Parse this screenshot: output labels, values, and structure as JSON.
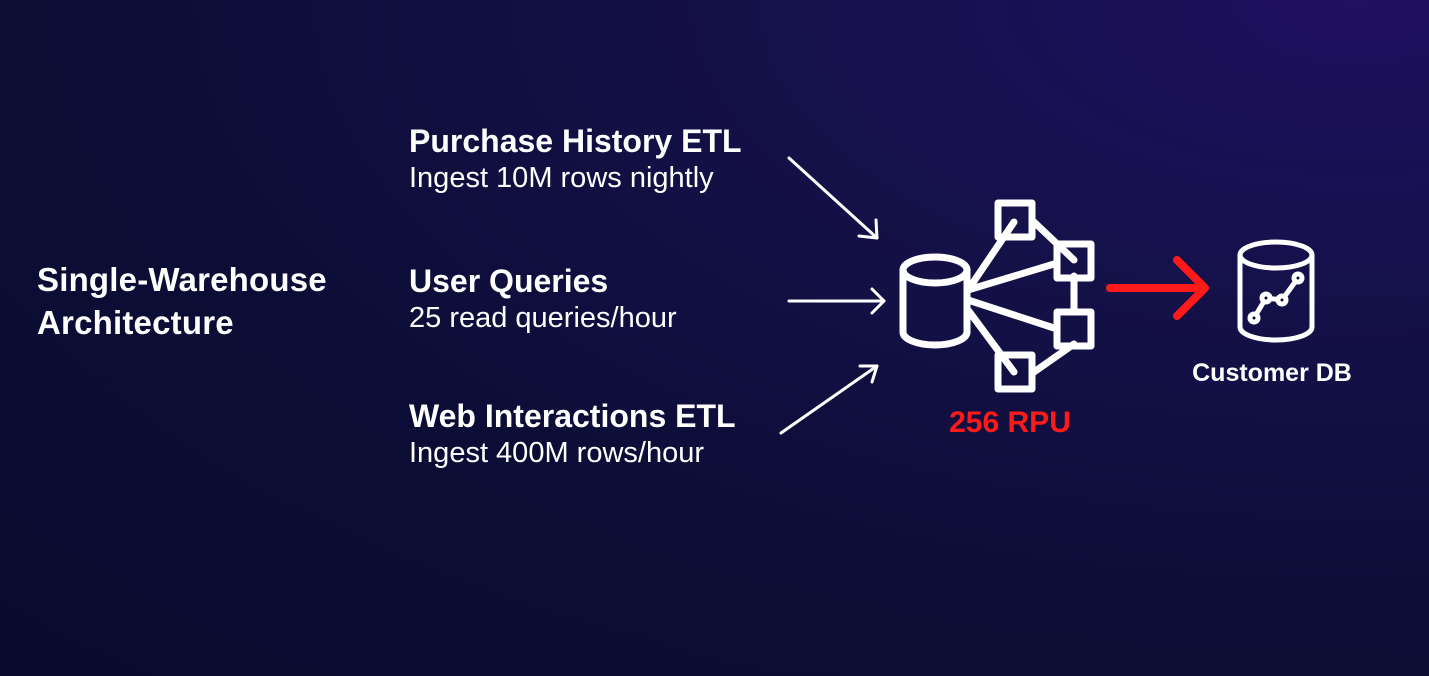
{
  "title": "Single-Warehouse Architecture",
  "sources": [
    {
      "name": "Purchase History ETL",
      "description": "Ingest 10M rows nightly"
    },
    {
      "name": "User Queries",
      "description": "25 read queries/hour"
    },
    {
      "name": "Web Interactions ETL",
      "description": "Ingest 400M rows/hour"
    }
  ],
  "warehouse": {
    "capacity": "256 RPU",
    "icon": "warehouse-network-icon"
  },
  "target": {
    "label": "Customer DB",
    "icon": "database-analytics-icon"
  },
  "colors": {
    "background": "#0c0d36",
    "text": "#ffffff",
    "highlight": "#ff1a1a"
  }
}
